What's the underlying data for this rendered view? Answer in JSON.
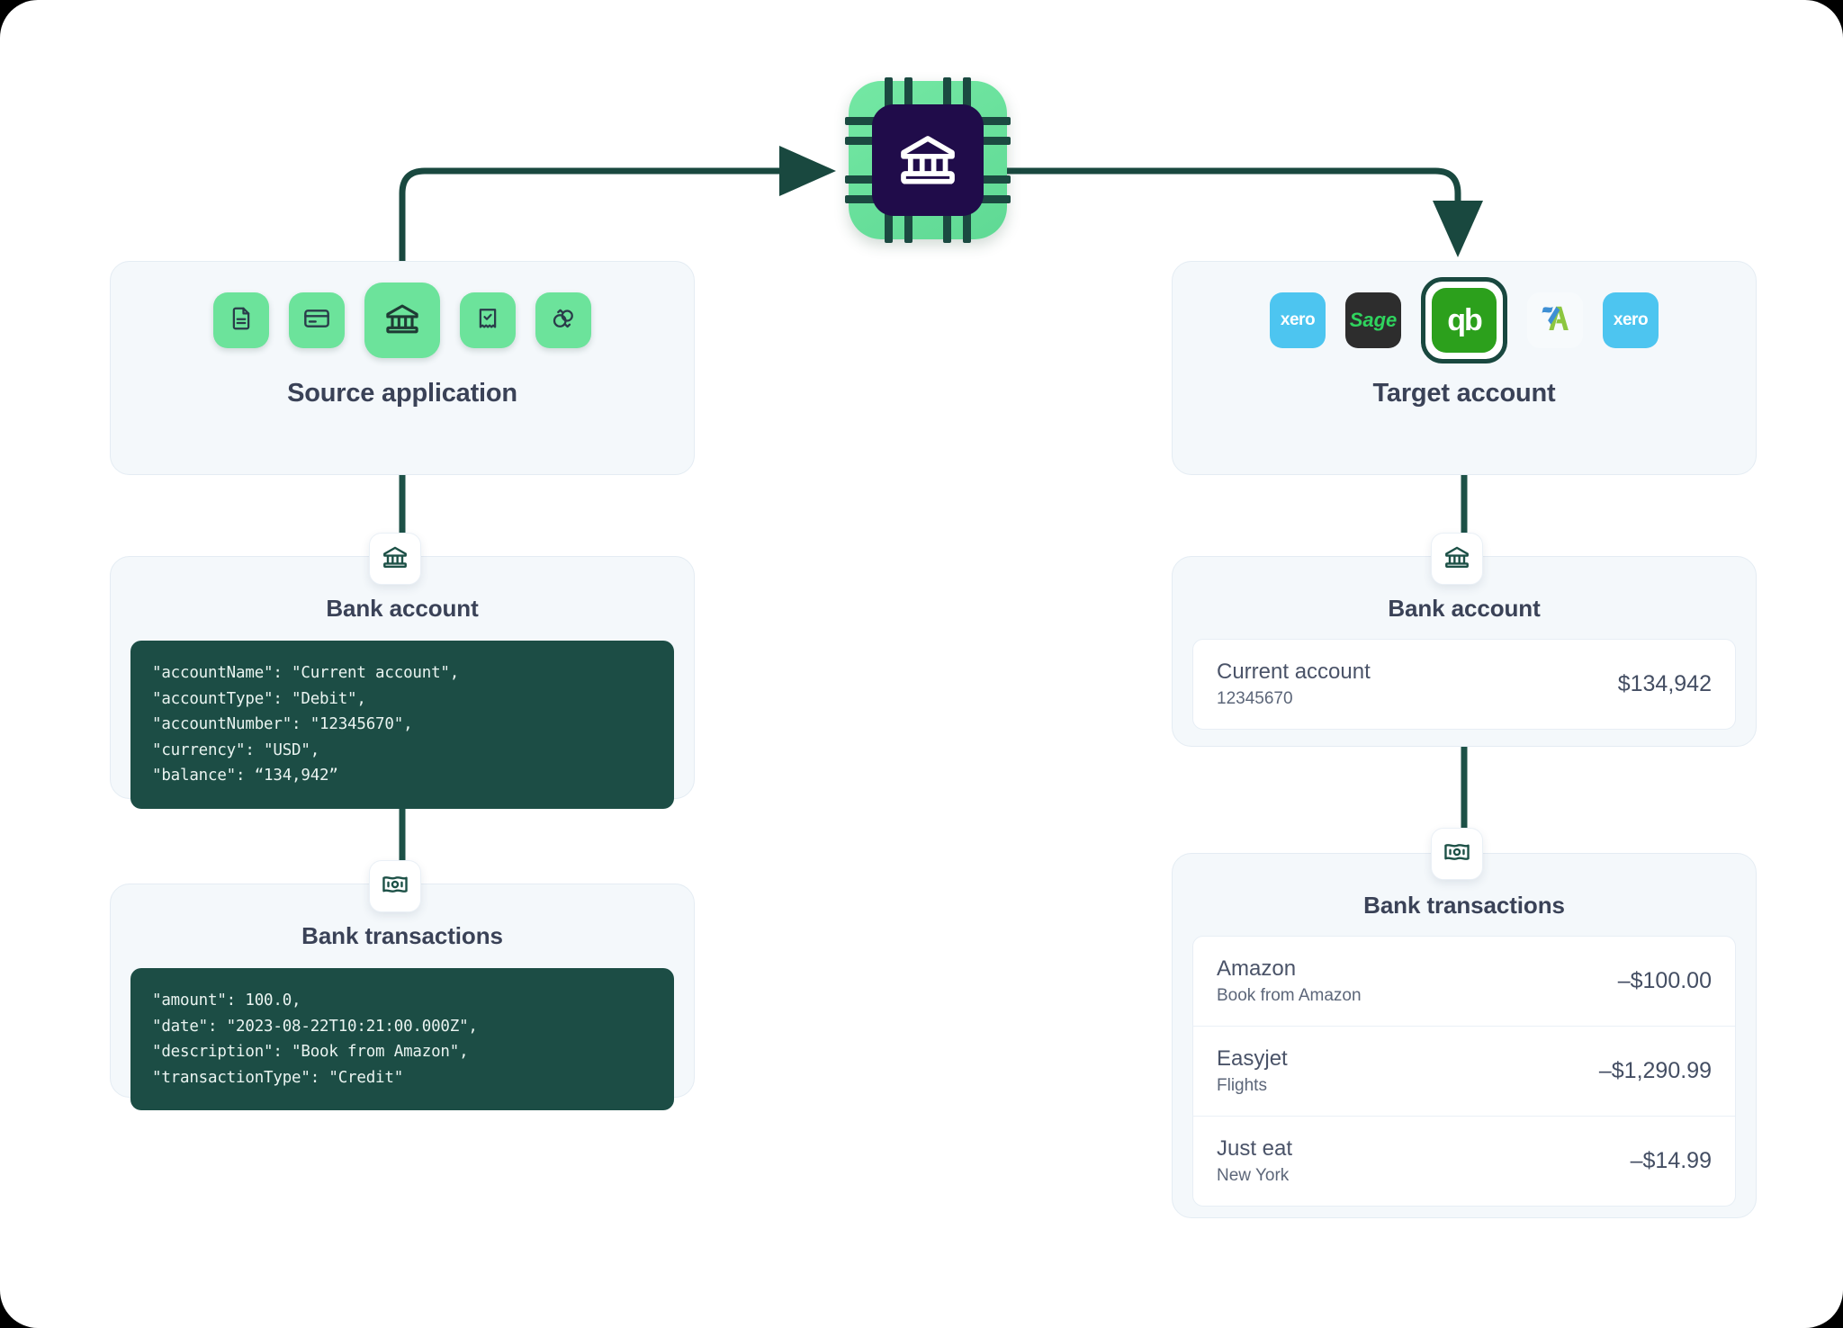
{
  "diagram": {
    "chip": {
      "icon": "bank-chip-icon"
    },
    "source": {
      "title": "Source application",
      "apps": [
        {
          "icon": "document-icon",
          "selected": false
        },
        {
          "icon": "credit-card-icon",
          "selected": false
        },
        {
          "icon": "bank-icon",
          "selected": true
        },
        {
          "icon": "receipt-check-icon",
          "selected": false
        },
        {
          "icon": "refresh-circle-icon",
          "selected": false
        }
      ],
      "bank_account": {
        "badge_icon": "bank-icon",
        "title": "Bank account",
        "code": "\"accountName\": \"Current account\",\n\"accountType\": \"Debit\",\n\"accountNumber\": \"12345670\",\n\"currency\": \"USD\",\n\"balance\": “134,942”"
      },
      "bank_transactions": {
        "badge_icon": "banknote-icon",
        "title": "Bank transactions",
        "code": "\"amount\": 100.0,\n\"date\": \"2023-08-22T10:21:00.000Z\",\n\"description\": \"Book from Amazon\",\n\"transactionType\": \"Credit\""
      }
    },
    "target": {
      "title": "Target account",
      "logos": [
        {
          "name": "xero",
          "label": "xero",
          "selected": false
        },
        {
          "name": "sage",
          "label": "Sage",
          "selected": false
        },
        {
          "name": "quickbooks",
          "label": "qb",
          "selected": true
        },
        {
          "name": "freeagent",
          "label": "",
          "selected": false
        },
        {
          "name": "xero",
          "label": "xero",
          "selected": false
        }
      ],
      "bank_account": {
        "badge_icon": "bank-icon",
        "title": "Bank account",
        "rows": [
          {
            "name": "Current account",
            "sub": "12345670",
            "amount": "$134,942"
          }
        ]
      },
      "bank_transactions": {
        "badge_icon": "banknote-icon",
        "title": "Bank transactions",
        "rows": [
          {
            "name": "Amazon",
            "sub": "Book from Amazon",
            "amount": "–$100.00"
          },
          {
            "name": "Easyjet",
            "sub": "Flights",
            "amount": "–$1,290.99"
          },
          {
            "name": "Just eat",
            "sub": "New York",
            "amount": "–$14.99"
          }
        ]
      }
    }
  },
  "colors": {
    "accent_green": "#6ce39b",
    "dark_green": "#1c4d45",
    "chip_inner": "#200c4a",
    "panel_bg": "#f4f8fb",
    "text_dark": "#3a4257",
    "xero_blue": "#4dc5f0",
    "sage_bg": "#2d2d2d",
    "sage_green": "#2fd45e",
    "qb_green": "#2ca01c"
  }
}
